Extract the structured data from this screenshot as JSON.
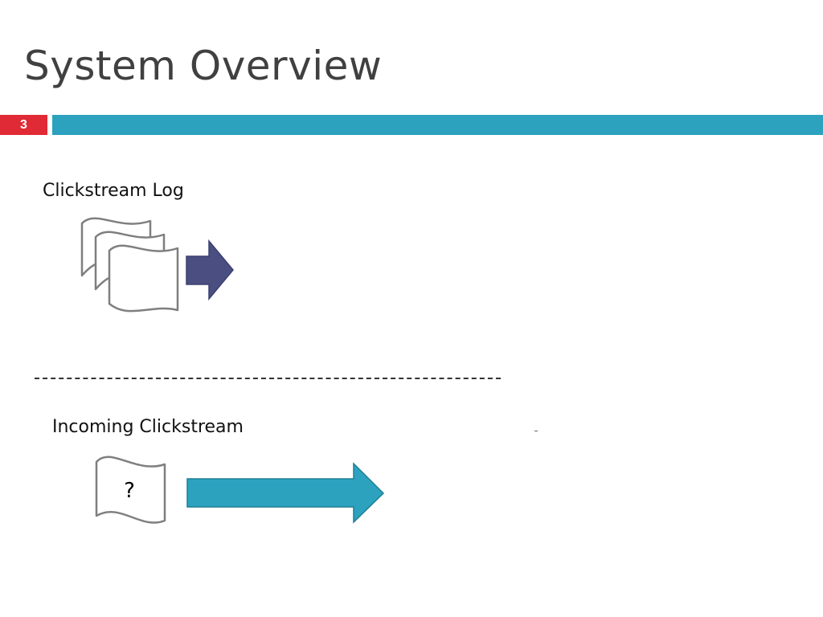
{
  "slide": {
    "title": "System Overview",
    "number": "3"
  },
  "diagram": {
    "log_label": "Clickstream Log",
    "incoming_label": "Incoming Clickstream",
    "unknown_marker": "?"
  },
  "colors": {
    "title_text": "#404040",
    "slide_number_bg": "#e02a35",
    "header_bar": "#2ca2bf",
    "batch_arrow": "#4a4e80",
    "stream_arrow": "#2ca2bf",
    "document_stroke": "#7f7f7f"
  }
}
